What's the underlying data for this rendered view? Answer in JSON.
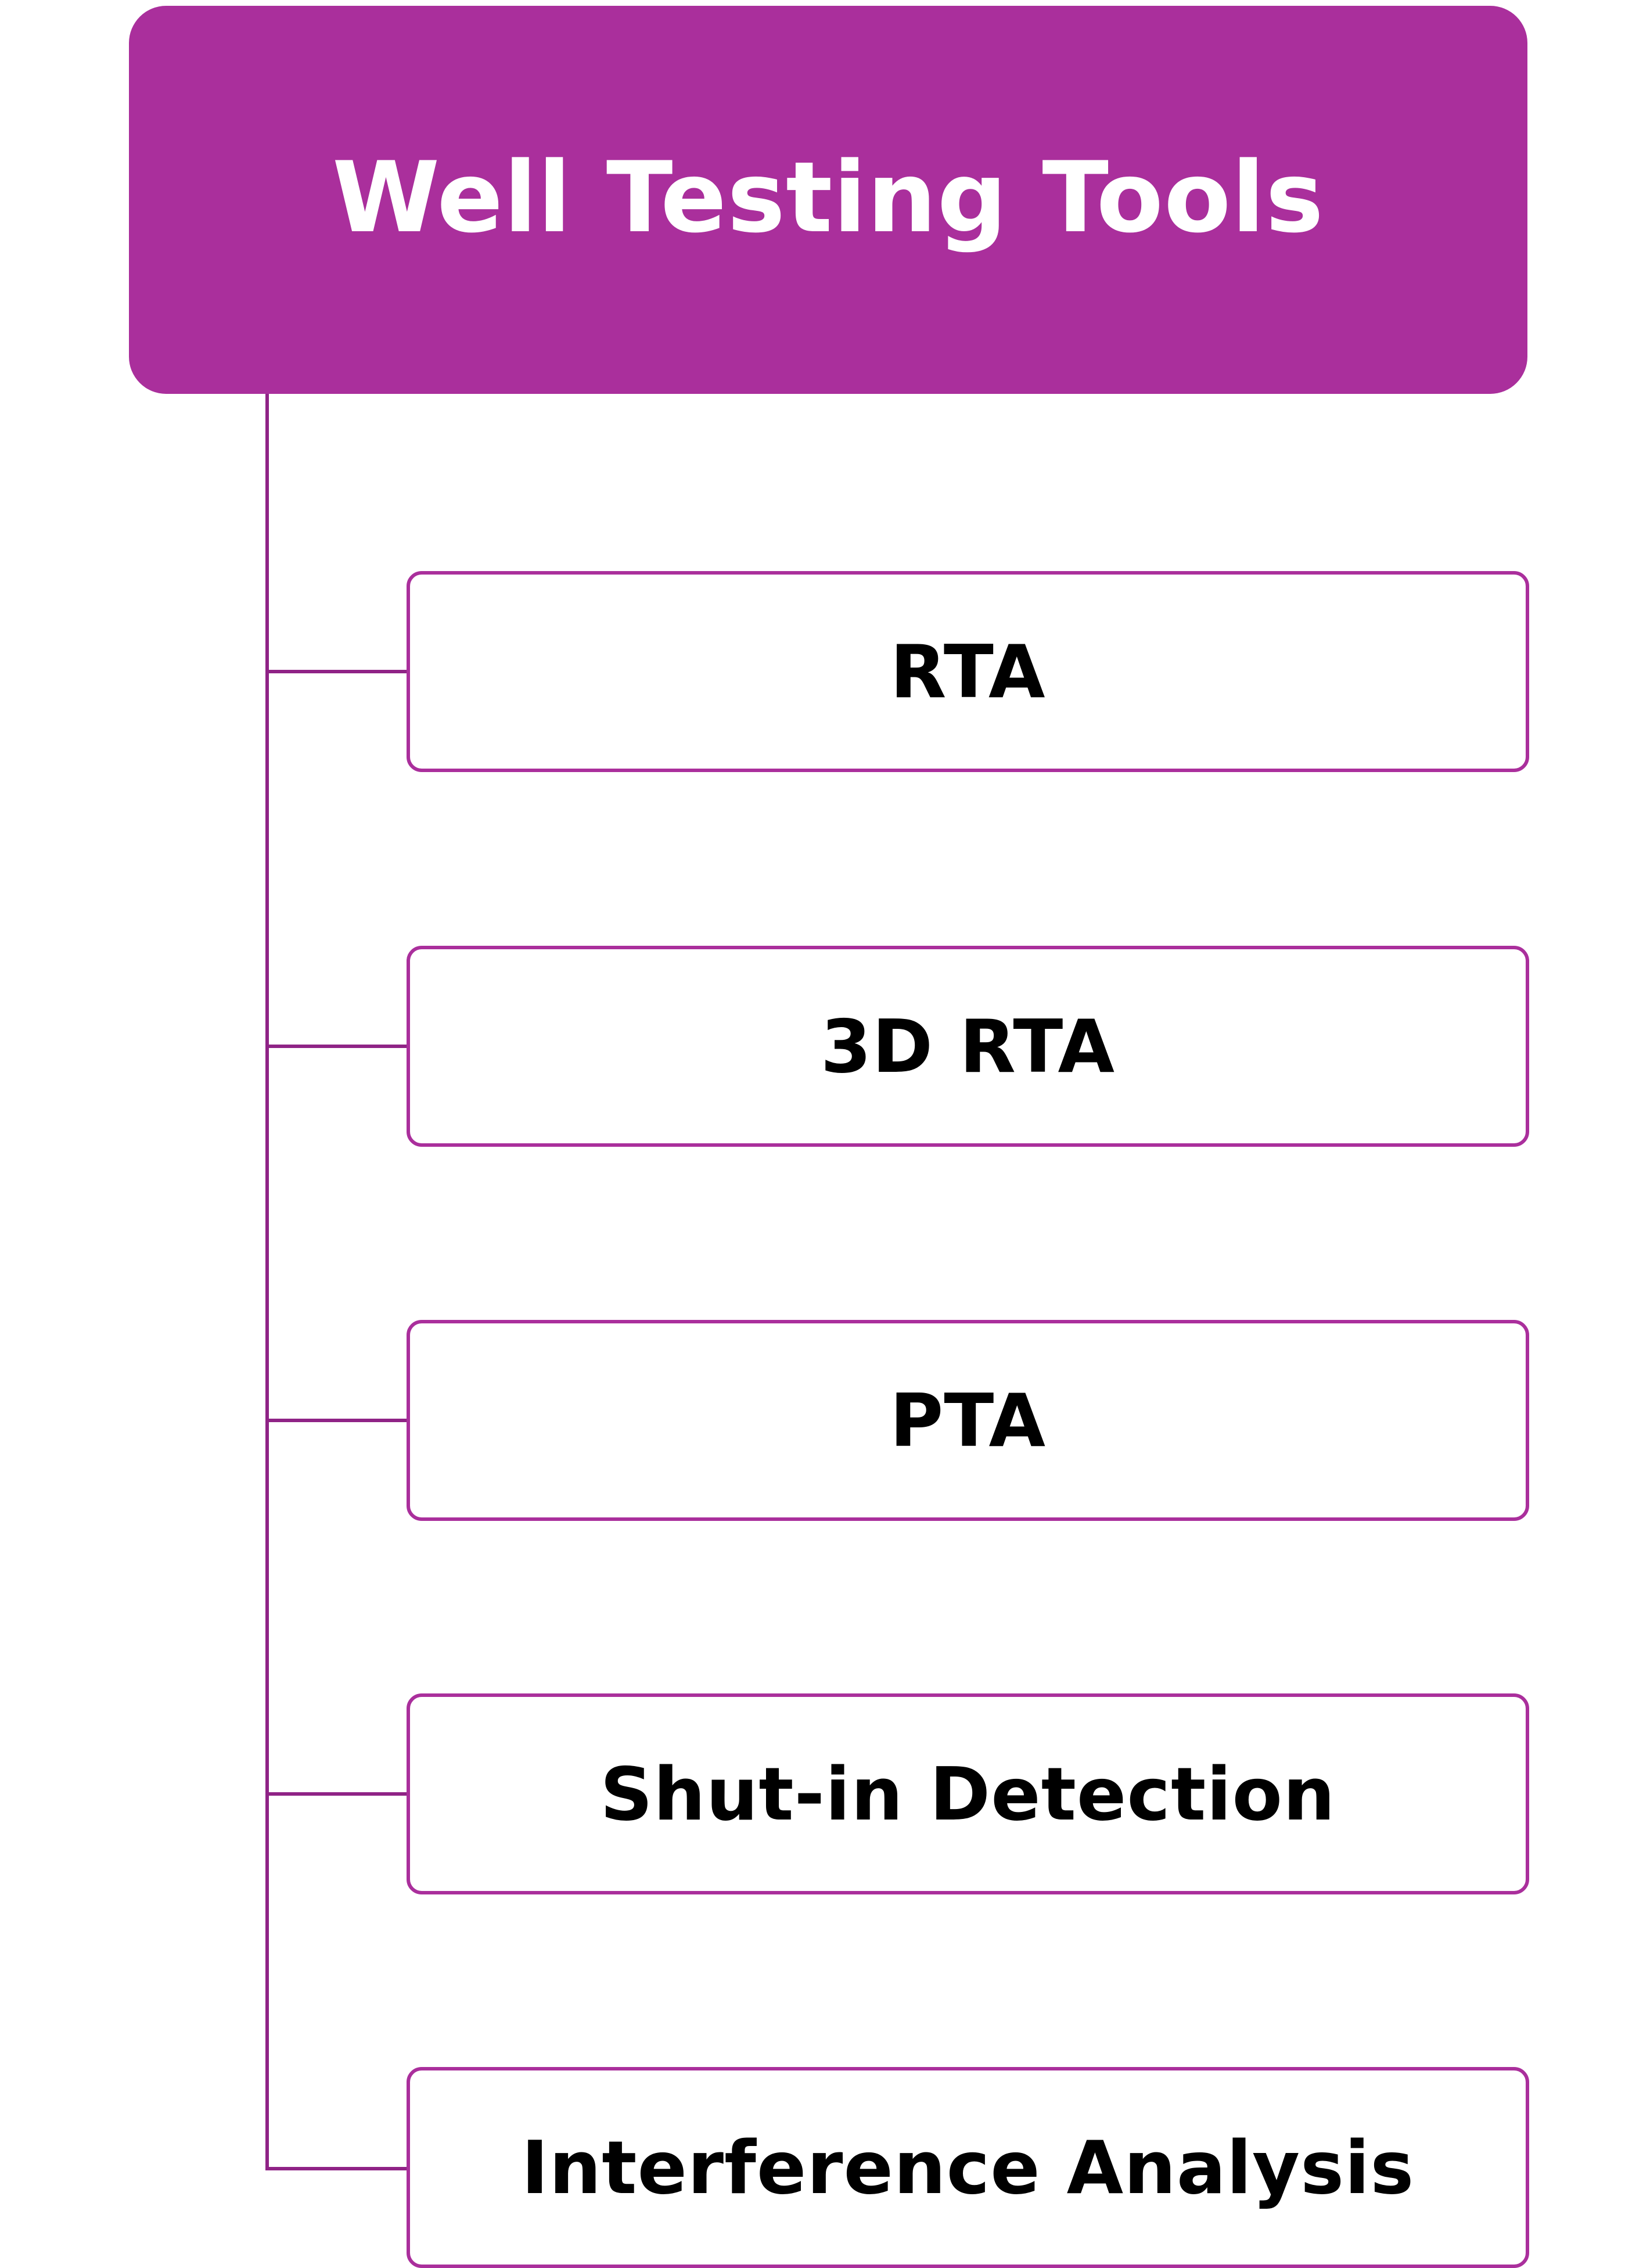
{
  "diagram": {
    "title": "Well Testing Tools",
    "items": [
      {
        "label": "RTA"
      },
      {
        "label": "3D RTA"
      },
      {
        "label": "PTA"
      },
      {
        "label": "Shut-in Detection"
      },
      {
        "label": "Interference Analysis"
      }
    ]
  },
  "colors": {
    "accent": "#aa2f9c",
    "connector": "#8f2386",
    "title_text": "#ffffff",
    "item_text": "#000000",
    "background": "#ffffff"
  }
}
